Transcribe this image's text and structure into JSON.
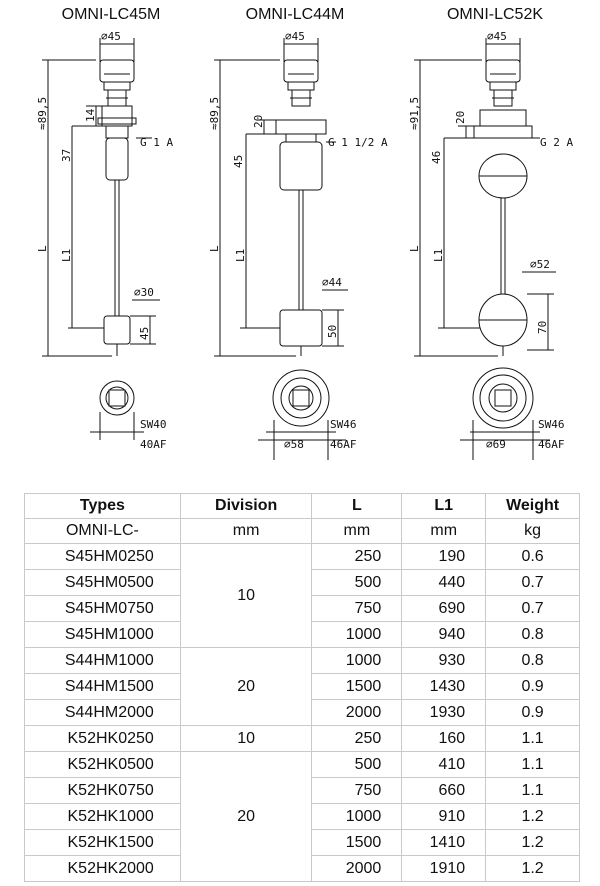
{
  "models": [
    {
      "title": "OMNI-LC45M",
      "dia": "⌀45",
      "height": "≈89,5",
      "dim_a": "14",
      "thread": "G 1 A",
      "dim_b": "37",
      "float_dia": "⌀30",
      "float_h": "45",
      "wrench": "SW40",
      "af": "40AF",
      "l": "L",
      "l1": "L1"
    },
    {
      "title": "OMNI-LC44M",
      "dia": "⌀45",
      "height": "≈89,5",
      "dim_a": "20",
      "thread": "G 1 1/2 A",
      "dim_b": "45",
      "float_dia": "⌀44",
      "float_h": "50",
      "wrench": "SW46",
      "af": "46AF",
      "base_dia": "⌀58",
      "l": "L",
      "l1": "L1"
    },
    {
      "title": "OMNI-LC52K",
      "dia": "⌀45",
      "height": "≈91,5",
      "dim_a": "20",
      "thread": "G 2 A",
      "dim_b": "46",
      "float_dia": "⌀52",
      "float_h": "70",
      "wrench": "SW46",
      "af": "46AF",
      "base_dia": "⌀69",
      "l": "L",
      "l1": "L1"
    }
  ],
  "table": {
    "headers": [
      "Types",
      "Division",
      "L",
      "L1",
      "Weight"
    ],
    "units": [
      "OMNI-LC-",
      "mm",
      "mm",
      "mm",
      "kg"
    ],
    "groups": [
      {
        "division": "10",
        "rows": [
          {
            "type": "S45HM0250",
            "l": "250",
            "l1": "190",
            "weight": "0.6"
          },
          {
            "type": "S45HM0500",
            "l": "500",
            "l1": "440",
            "weight": "0.7"
          },
          {
            "type": "S45HM0750",
            "l": "750",
            "l1": "690",
            "weight": "0.7"
          },
          {
            "type": "S45HM1000",
            "l": "1000",
            "l1": "940",
            "weight": "0.8"
          }
        ]
      },
      {
        "division": "20",
        "rows": [
          {
            "type": "S44HM1000",
            "l": "1000",
            "l1": "930",
            "weight": "0.8"
          },
          {
            "type": "S44HM1500",
            "l": "1500",
            "l1": "1430",
            "weight": "0.9"
          },
          {
            "type": "S44HM2000",
            "l": "2000",
            "l1": "1930",
            "weight": "0.9"
          }
        ]
      },
      {
        "division": "10",
        "rows": [
          {
            "type": "K52HK0250",
            "l": "250",
            "l1": "160",
            "weight": "1.1"
          }
        ]
      },
      {
        "division": "20",
        "rows": [
          {
            "type": "K52HK0500",
            "l": "500",
            "l1": "410",
            "weight": "1.1"
          },
          {
            "type": "K52HK0750",
            "l": "750",
            "l1": "660",
            "weight": "1.1"
          },
          {
            "type": "K52HK1000",
            "l": "1000",
            "l1": "910",
            "weight": "1.2"
          },
          {
            "type": "K52HK1500",
            "l": "1500",
            "l1": "1410",
            "weight": "1.2"
          },
          {
            "type": "K52HK2000",
            "l": "2000",
            "l1": "1910",
            "weight": "1.2"
          }
        ]
      }
    ]
  }
}
